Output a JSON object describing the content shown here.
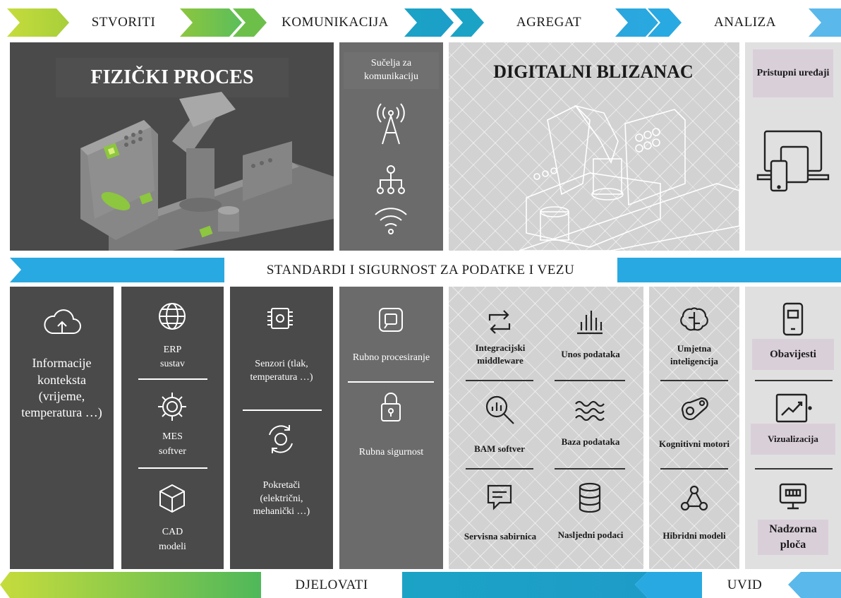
{
  "top_bar": {
    "stage1": "STVORITI",
    "stage2": "KOMUNIKACIJA",
    "stage3": "AGREGAT",
    "stage4": "ANALIZA"
  },
  "colors": {
    "green": "#8dc63f",
    "green_light": "#c6dc3c",
    "teal": "#1ba3c6",
    "blue": "#29a9e1",
    "blue_light": "#5ab8ea",
    "dark_panel": "#4a4a4a",
    "mid_panel": "#6b6b6b",
    "light_panel": "#d2d2d2"
  },
  "top_panels": {
    "physical": {
      "title": "FIZIČKI PROCES"
    },
    "interfaces": {
      "title": "Sučelja za komunikaciju",
      "icons": [
        "antenna-icon",
        "network-hierarchy-icon",
        "wifi-icon"
      ]
    },
    "digital": {
      "title": "DIGITALNI BLIZANAC"
    },
    "devices": {
      "title": "Pristupni uređaji",
      "icons": [
        "devices-icon"
      ]
    }
  },
  "middle_bar": {
    "label": "STANDARDI I SIGURNOST ZA PODATKE I VEZU"
  },
  "columns": {
    "context": {
      "icon": "cloud-upload-icon",
      "label": "Informacije konteksta (vrijeme, temperatura …)"
    },
    "enterprise": [
      {
        "icon": "globe-icon",
        "label_line1": "ERP",
        "label_line2": "sustav"
      },
      {
        "icon": "gear-icon",
        "label_line1": "MES",
        "label_line2": "softver"
      },
      {
        "icon": "cube-icon",
        "label_line1": "CAD",
        "label_line2": "modeli"
      }
    ],
    "sensors": [
      {
        "icon": "chip-icon",
        "label": "Senzori (tlak, temperatura …)"
      },
      {
        "icon": "rotate-icon",
        "label": "Pokretači (električni, mehanički …)"
      }
    ],
    "edge": [
      {
        "icon": "edge-processing-icon",
        "label": "Rubno procesiranje"
      },
      {
        "icon": "lock-icon",
        "label": "Rubna sigurnost"
      }
    ],
    "integration": [
      {
        "icon": "swap-arrows-icon",
        "label": "Integracijski middleware"
      },
      {
        "icon": "bar-chart-icon",
        "label": "Unos podataka"
      },
      {
        "icon": "magnifier-chart-icon",
        "label": "BAM softver"
      },
      {
        "icon": "waves-icon",
        "label": "Baza podataka"
      },
      {
        "icon": "message-icon",
        "label": "Servisna sabirnica"
      },
      {
        "icon": "database-icon",
        "label": "Nasljedni podaci"
      }
    ],
    "ai": [
      {
        "icon": "brain-icon",
        "label": "Umjetna inteligencija"
      },
      {
        "icon": "engine-icon",
        "label": "Kognitivni motori"
      },
      {
        "icon": "graph-nodes-icon",
        "label": "Hibridni modeli"
      }
    ],
    "outputs": [
      {
        "icon": "mobile-icon",
        "label": "Obavijesti"
      },
      {
        "icon": "trend-chart-icon",
        "label": "Vizualizacija"
      },
      {
        "icon": "dashboard-icon",
        "label": "Nadzorna ploča"
      }
    ]
  },
  "bottom_bar": {
    "left": "DJELOVATI",
    "right": "UVID"
  }
}
